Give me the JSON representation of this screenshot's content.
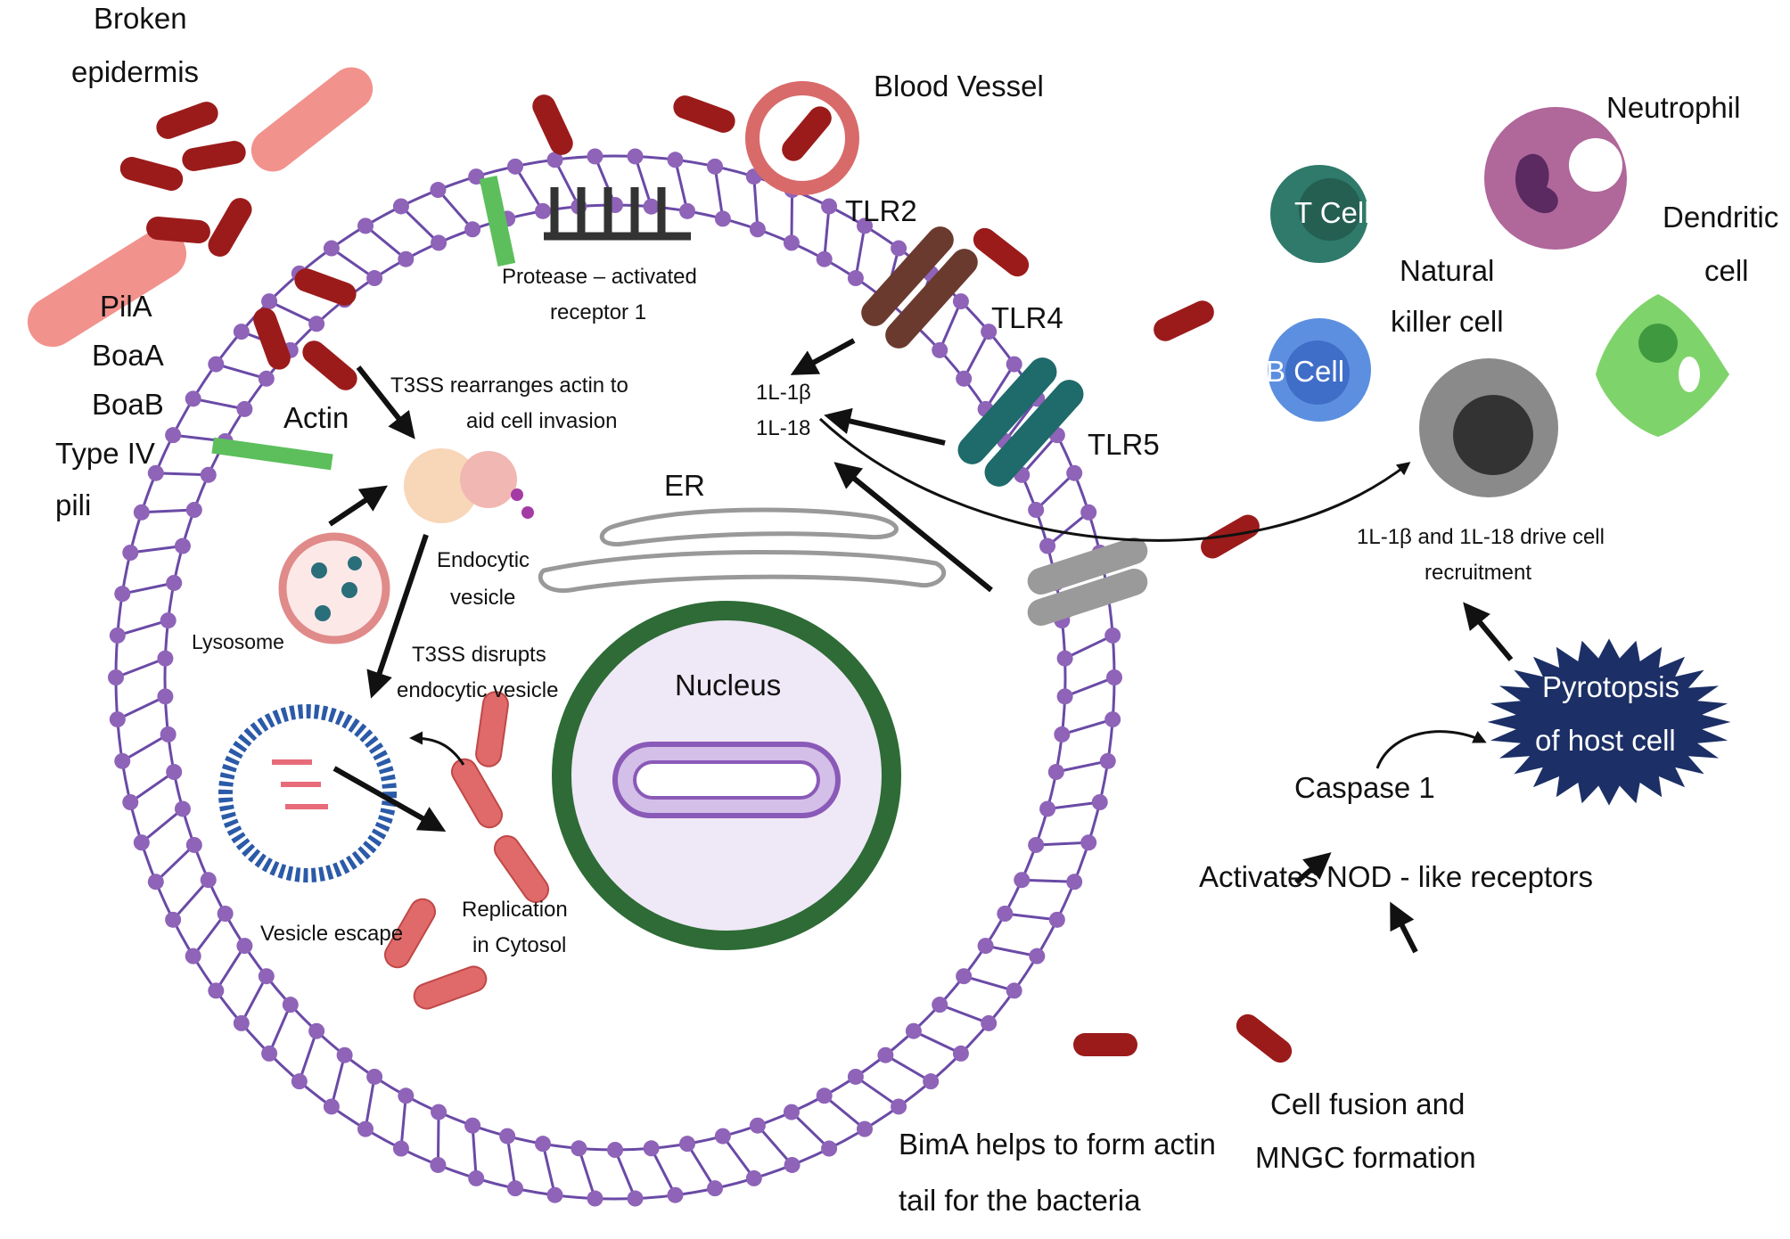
{
  "labels": {
    "broken_epidermis": [
      "Broken",
      "epidermis"
    ],
    "blood_vessel": "Blood Vessel",
    "neutrophil": "Neutrophil",
    "tlr2": "TLR2",
    "tlr4": "TLR4",
    "tlr5": "TLR5",
    "t_cell": "T Cell",
    "b_cell": "B Cell",
    "dendritic_cell": [
      "Dendritic",
      "cell"
    ],
    "natural_killer_cell": [
      "Natural",
      "killer cell"
    ],
    "adhesins": [
      "PilA",
      "BoaA",
      "BoaB",
      "Type IV",
      "pili"
    ],
    "protease_receptor": [
      "Protease – activated",
      "receptor 1"
    ],
    "actin": "Actin",
    "t3ss_actin": [
      "T3SS rearranges actin to",
      "aid cell invasion"
    ],
    "il_1b": "1L-1β",
    "il_18": "1L-18",
    "er": "ER",
    "endocytic_vesicle": [
      "Endocytic",
      "vesicle"
    ],
    "lysosome": "Lysosome",
    "t3ss_disrupts": [
      "T3SS disrupts",
      "endocytic vesicle"
    ],
    "nucleus": "Nucleus",
    "vesicle_escape": "Vesicle escape",
    "replication": [
      "Replication",
      "in Cytosol"
    ],
    "recruitment": [
      "1L-1β and  1L-18 drive cell",
      "recruitment"
    ],
    "pyroptosis": [
      "Pyrotopsis",
      "of host cell"
    ],
    "caspase": "Caspase 1",
    "nod": "Activates NOD - like receptors",
    "cell_fusion": [
      "Cell fusion and",
      "MNGC formation"
    ],
    "bima": [
      "BimA helps to form actin",
      "tail for the bacteria"
    ]
  },
  "colors": {
    "bacterium": "#9b1b1b",
    "membrane_bead": "#8e63b8",
    "membrane_line": "#6a4aa6",
    "nucleus_ring": "#2e6b36",
    "t_cell": "#2f7a6a",
    "b_cell": "#5c8fe0",
    "neutrophil": "#b0679a",
    "dendritic": "#7fd36b",
    "nk_cell": "#8a8a8a",
    "pyroptosis_star": "#1c2f66",
    "tlr2": "#6b3a2f",
    "tlr4": "#1f6a6a",
    "tlr5": "#9a9a9a",
    "actin": "#5cbf5c",
    "replicating_bacteria": "#e06a6a"
  }
}
